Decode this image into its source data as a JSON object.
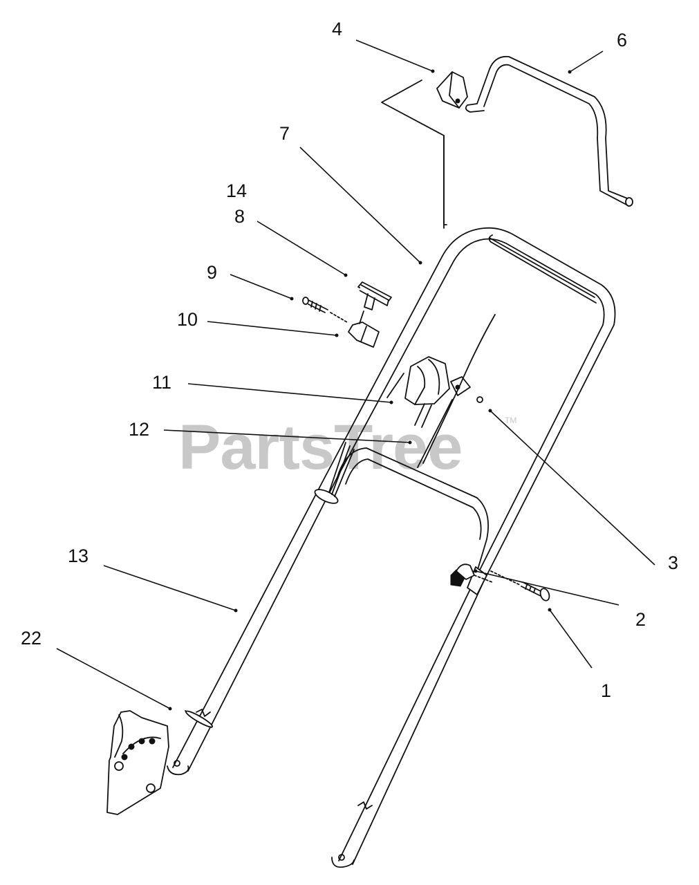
{
  "watermark": {
    "text": "PartsTree",
    "tm": "TM"
  },
  "callouts": {
    "c1": "1",
    "c2": "2",
    "c3": "3",
    "c4": "4",
    "c6": "6",
    "c7": "7",
    "c8": "8",
    "c9": "9",
    "c10": "10",
    "c11": "11",
    "c12": "12",
    "c13": "13",
    "c14": "14",
    "c22": "22"
  },
  "colors": {
    "line": "#111111",
    "watermark": "#c8c8c8",
    "background": "#ffffff"
  }
}
